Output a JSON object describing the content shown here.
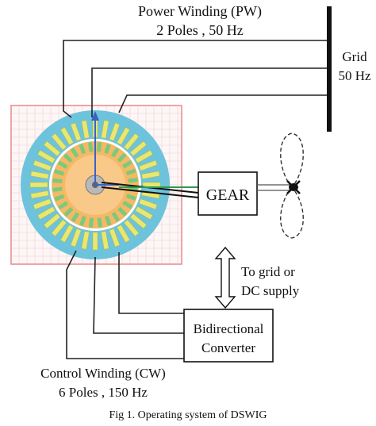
{
  "power_winding": {
    "title": "Power Winding (PW)",
    "spec": "2 Poles , 50 Hz"
  },
  "grid": {
    "label": "Grid",
    "frequency": "50 Hz"
  },
  "gearbox": {
    "label": "GEAR"
  },
  "supply_note": {
    "line1": "To grid or",
    "line2": "DC supply"
  },
  "converter": {
    "line1": "Bidirectional",
    "line2": "Converter"
  },
  "control_winding": {
    "title": "Control Winding (CW)",
    "spec": "6 Poles , 150 Hz"
  },
  "caption": "Fig 1. Operating system of DSWIG",
  "colors": {
    "stator_outer": "#6ec3dc",
    "stator_teeth": "#e8e870",
    "rotor_ring": "#f5b866",
    "rotor_bars": "#7cc97c",
    "shaft_hub": "#b9b9b9",
    "frame_border": "#e88888",
    "axis_arrow": "#3a62c8",
    "wiring": "#222222"
  }
}
